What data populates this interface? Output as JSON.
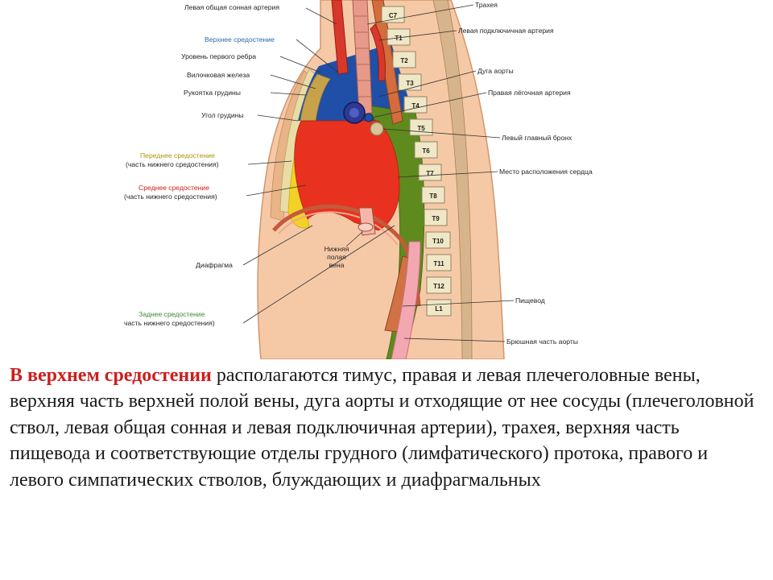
{
  "labels_left": {
    "left_common_carotid": "Левая общая сонная артерия",
    "superior_mediastinum": "Верхнее средостение",
    "first_rib_level": "Уровень первого ребра",
    "thymus": "Вилочковая железа",
    "manubrium": "Рукоятка грудины",
    "sternal_angle": "Угол грудины",
    "anterior_mediastinum_1": "Переднее средостение",
    "anterior_mediastinum_2": "(часть нижнего средостения)",
    "middle_mediastinum_1": "Среднее средостение",
    "middle_mediastinum_2": "(часть нижнего средостения)",
    "diaphragm": "Диафрагма",
    "posterior_mediastinum_1": "Заднее средостение",
    "posterior_mediastinum_2": "часть нижнего средостения)"
  },
  "labels_center": {
    "ivc_1": "Нижняя",
    "ivc_2": "полая",
    "ivc_3": "вена"
  },
  "labels_right": {
    "trachea": "Трахея",
    "left_subclavian": "Левая подключичная артерия",
    "aortic_arch": "Дуга аорты",
    "right_pulmonary_artery": "Правая лёгочная артерия",
    "left_main_bronchus": "Левый главный бронх",
    "heart_location": "Место расположения сердца",
    "esophagus": "Пищевод",
    "abdominal_aorta": "Брюшная часть аорты"
  },
  "vertebrae": [
    "C7",
    "T1",
    "T2",
    "T3",
    "T4",
    "T5",
    "T6",
    "T7",
    "T8",
    "T9",
    "T10",
    "T11",
    "T12",
    "L1"
  ],
  "caption": {
    "highlight": "В верхнем средостении",
    "text": " располагаются тимус, правая и левая плечеголовные вены, верхняя часть верхней полой вены, дуга аорты и отходящие от нее сосуды (плечеголовной ствол, левая общая сонная и левая подключичная артерии), трахея, верхняя часть пищевода и соответствующие отделы грудного (лимфатического) протока, правого и левого симпатических стволов, блуждающих и диафрагмальных"
  },
  "colors": {
    "skin": "#f6c9a6",
    "superior_mediastinum": "#1f4fa6",
    "heart_region": "#e8321f",
    "anterior_mediastinum": "#f2d224",
    "posterior_mediastinum": "#5f8a1d",
    "vertebra": "#f0e7c6",
    "highlight_text": "#cc1f1f"
  }
}
